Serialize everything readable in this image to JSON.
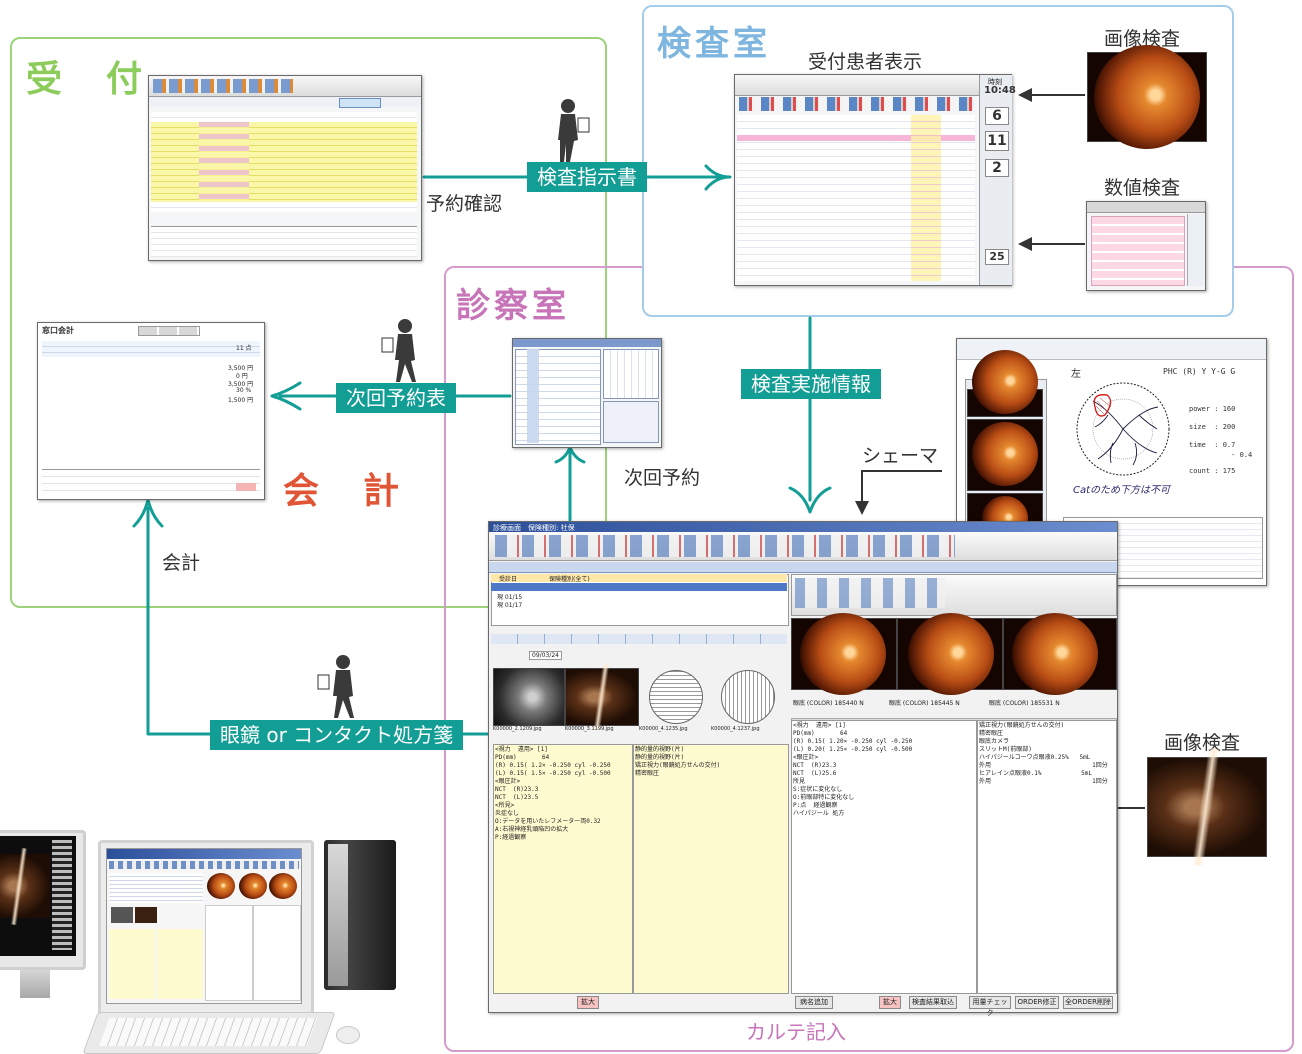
{
  "zones": {
    "reception": {
      "title": "受　付",
      "color": "#8ccc5a"
    },
    "exam_room": {
      "title": "検査室",
      "color": "#7fb6df"
    },
    "consult_room": {
      "title": "診察室",
      "color": "#c774b8"
    },
    "accounting": {
      "title": "会　計",
      "color": "#e05535"
    }
  },
  "flow_labels": {
    "exam_order": "検査指示書",
    "exam_info": "検査実施情報",
    "next_appointment_sheet": "次回予約表",
    "prescription": "眼鏡 or コンタクト処方箋"
  },
  "captions": {
    "reservation_check": "予約確認",
    "reception_patient_display": "受付患者表示",
    "image_exam_top": "画像検査",
    "numeric_exam": "数値検査",
    "schema": "シェーマ",
    "next_reservation": "次回予約",
    "accounting_caption": "会計",
    "image_exam_bottom": "画像検査",
    "chart_entry": "カルテ記入"
  },
  "exam_screen": {
    "time_label": "時刻",
    "time": "10:48",
    "counts": [
      "6",
      "11",
      "2",
      "25"
    ]
  },
  "schema_panel": {
    "eye": "左",
    "header": "PHC (R) Y  Y-G  G",
    "params": [
      "power : 160",
      "size  : 200",
      "time  : 0.7",
      "          - 0.4",
      "count : 175"
    ],
    "note": "Catのため下方は不可"
  },
  "karte": {
    "title": "診療画面　保険種別: 社保",
    "visit_header": [
      "受診日",
      "保険種別(全て)"
    ],
    "visits": [
      "現 01/15",
      "現 01/17"
    ],
    "next_date": "09/03/24",
    "image_captions": [
      "眼底 (COLOR) 185440 N",
      "眼底 (COLOR) 185445 N",
      "眼底 (COLOR) 185531 N"
    ],
    "thumb_captions": [
      "K00000_2.1209.jpg",
      "K00000_3.1199.jpg",
      "K00000_4.1235.jpg",
      "K00000_4.1237.jpg"
    ],
    "notes_left": "<視力  遠用> [1]\nPD(mm)       64\n(R) 0.15( 1.2× -0.250 cyl -0.250\n(L) 0.15( 1.5× -0.250 cyl -0.500\n<眼圧計>\nNCT  (R)23.3\nNCT  (L)23.5\n<所見>\n炎症なし\nO:データを用いたレフメーター両0.32\nA:右視神経乳頭陥凹の拡大\nP:経過観察",
    "notes_mid": "静的量的視野(片)\n静的量的視野(片)\n矯正視力(眼鏡処方せんの交付)\n精密眼圧",
    "notes_right": "<視力  遠用> [1]\nPD(mm)       64\n(R) 0.15( 1.20× -0.250 cyl -0.250\n(L) 0.20( 1.25× -0.250 cyl -0.500\n<眼圧計>\nNCT  (R)23.3\nNCT  (L)25.6\n所見\nS:症状に変化なし\nO:前眼部特に変化なし\nP:点  経過観察\nハイパジール 処方",
    "rx_right": "矯正視力(眼鏡処方せんの交付)\n精密眼圧\n眼底カメラ\nスリットM(前眼部)\nハイパジールコーワ点眼液0.25%   5mL\n外用                            1回分\nヒアレイン点眼液0.1%           5mL\n外用                            1回分",
    "footer_buttons": [
      "拡大",
      "病名追加",
      "拡大",
      "検査結果取込",
      "用量チェック",
      "ORDER修正",
      "全ORDER削除"
    ]
  },
  "accounting_screen": {
    "title": "窓口会計",
    "amounts": [
      "11 点",
      "3,500 円",
      "0 円",
      "3,500 円",
      "30 %",
      "1,500 円"
    ]
  }
}
